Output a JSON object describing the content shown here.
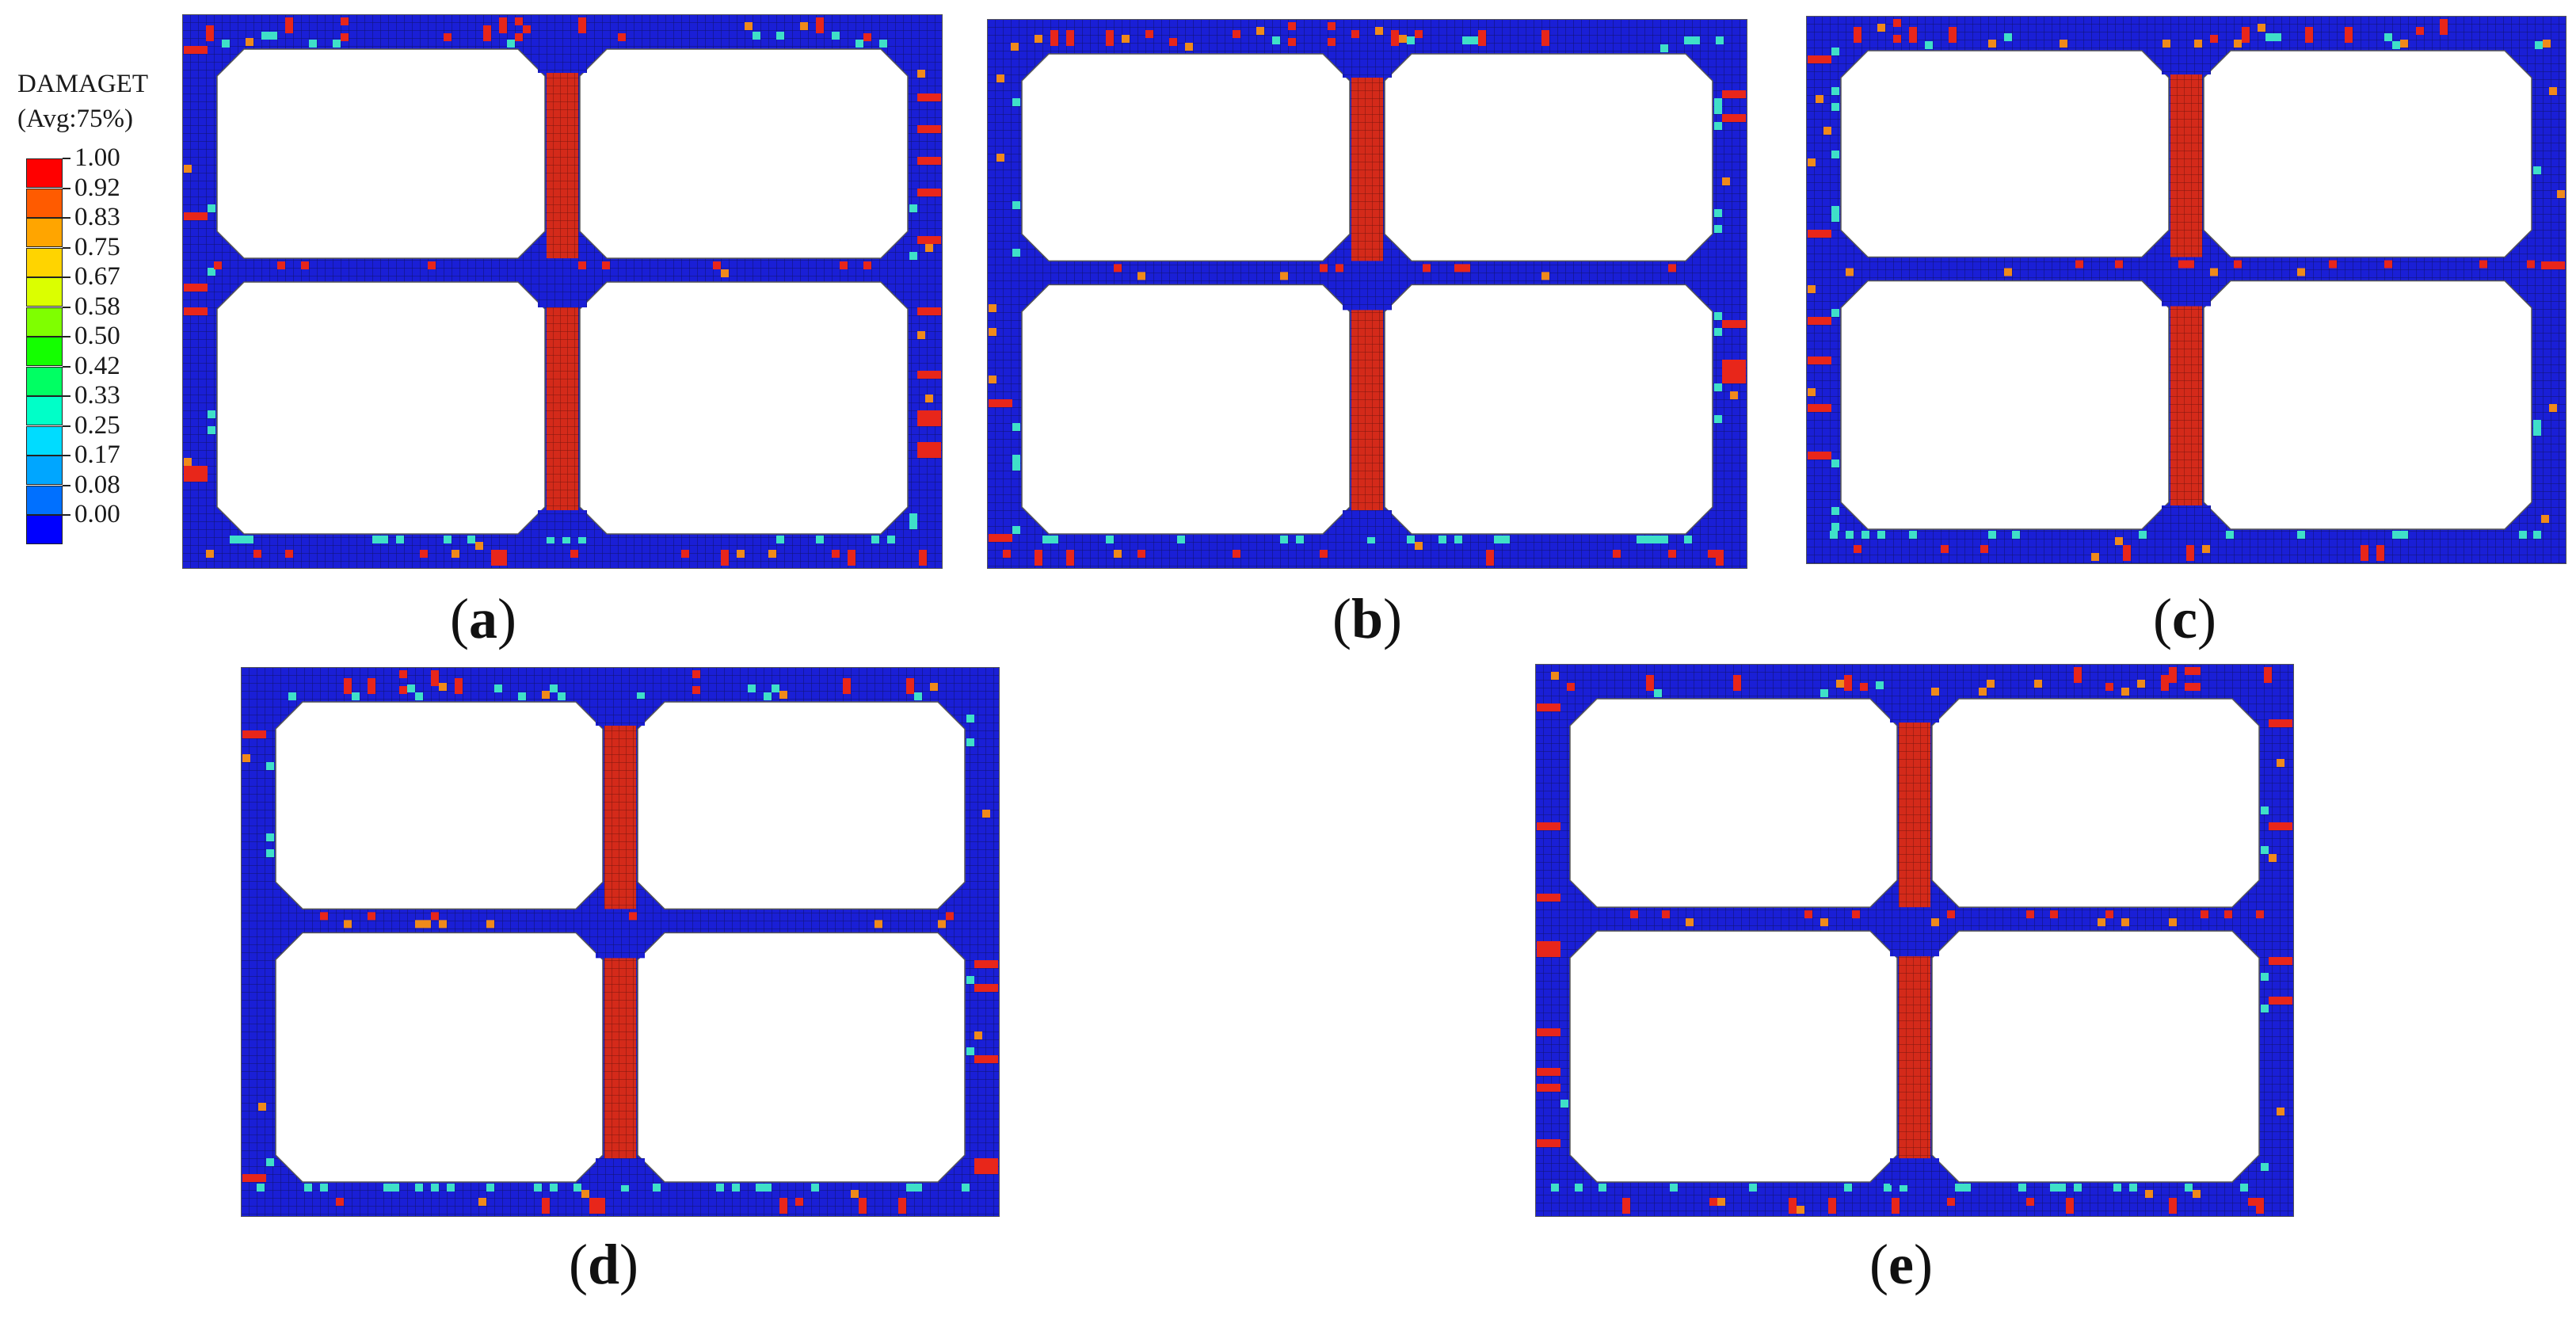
{
  "legend": {
    "title": "DAMAGET",
    "subtitle": "(Avg:75%)",
    "levels": [
      {
        "value": "1.00",
        "color": "#ff0000"
      },
      {
        "value": "0.92",
        "color": "#ff5b00"
      },
      {
        "value": "0.83",
        "color": "#ffa500"
      },
      {
        "value": "0.75",
        "color": "#ffd400"
      },
      {
        "value": "0.67",
        "color": "#dbff00"
      },
      {
        "value": "0.58",
        "color": "#7fff00"
      },
      {
        "value": "0.50",
        "color": "#14ff00"
      },
      {
        "value": "0.42",
        "color": "#00ff63"
      },
      {
        "value": "0.33",
        "color": "#00ffc8"
      },
      {
        "value": "0.25",
        "color": "#00dcff"
      },
      {
        "value": "0.17",
        "color": "#00a6ff"
      },
      {
        "value": "0.08",
        "color": "#0070ff"
      },
      {
        "value": "0.00",
        "color": "#0000ff"
      }
    ]
  },
  "panels": [
    {
      "id": "a",
      "caption_open": "(",
      "caption_letter": "a",
      "caption_close": ")"
    },
    {
      "id": "b",
      "caption_open": "(",
      "caption_letter": "b",
      "caption_close": ")"
    },
    {
      "id": "c",
      "caption_open": "(",
      "caption_letter": "c",
      "caption_close": ")"
    },
    {
      "id": "d",
      "caption_open": "(",
      "caption_letter": "d",
      "caption_close": ")"
    },
    {
      "id": "e",
      "caption_open": "(",
      "caption_letter": "e",
      "caption_close": ")"
    }
  ],
  "colors": {
    "background_damage": "#1a1fd6",
    "mesh_line": "#10136b",
    "opening": "#ffffff",
    "column_damage": "#d42a1a",
    "high_damage": "#e8261a",
    "mid_damage": "#f08a1a",
    "low_damage": "#3fe0c8",
    "frame_border": "#555555"
  }
}
